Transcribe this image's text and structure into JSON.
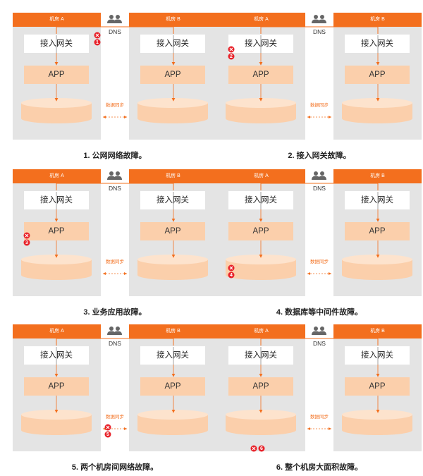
{
  "labels": {
    "room_a": "机房 A",
    "room_b": "机房 B",
    "gateway": "接入网关",
    "app": "APP",
    "dns": "DNS",
    "sync": "数据同步"
  },
  "colors": {
    "orange": "#f36f1e",
    "room_bg": "#e4e4e4",
    "app_fill": "#fbcfab",
    "db_fill": "#fbcfab",
    "fault_red": "#e8222a"
  },
  "panels": [
    {
      "caption": "1. 公网网络故障。",
      "fault": {
        "number": "1",
        "location": "dns-to-room-a-link"
      }
    },
    {
      "caption": "2. 接入网关故障。",
      "fault": {
        "number": "2",
        "location": "gateway-room-a"
      }
    },
    {
      "caption": "3. 业务应用故障。",
      "fault": {
        "number": "3",
        "location": "app-room-a"
      }
    },
    {
      "caption": "4. 数据库等中间件故障。",
      "fault": {
        "number": "4",
        "location": "database-room-a"
      }
    },
    {
      "caption": "5. 两个机房间网络故障。",
      "fault": {
        "number": "5",
        "location": "inter-room-link"
      }
    },
    {
      "caption": "6. 整个机房大面积故障。",
      "fault": {
        "number": "6",
        "location": "whole-room-a"
      }
    }
  ]
}
